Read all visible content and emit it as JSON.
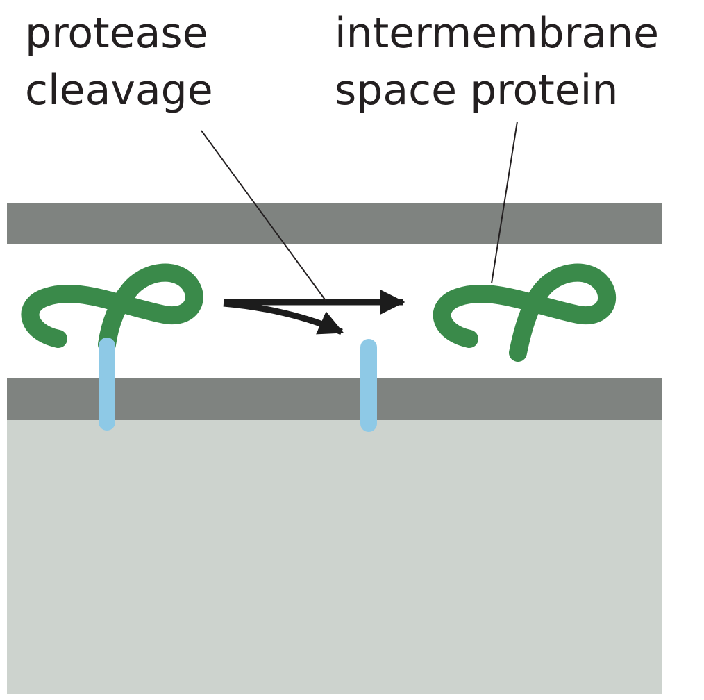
{
  "labels": {
    "protease_cleavage": [
      "protease",
      "cleavage"
    ],
    "intermembrane_space_protein": [
      "intermembrane",
      "space protein"
    ]
  },
  "colors": {
    "background": "#ffffff",
    "outer_membrane": "#7f8380",
    "inner_membrane": "#7f8380",
    "matrix": "#cdd3ce",
    "protein": "#3a8a4a",
    "anchor": "#8ec9e6",
    "arrow": "#1c1c1c",
    "leader_line": "#231f20",
    "text": "#231f20"
  }
}
